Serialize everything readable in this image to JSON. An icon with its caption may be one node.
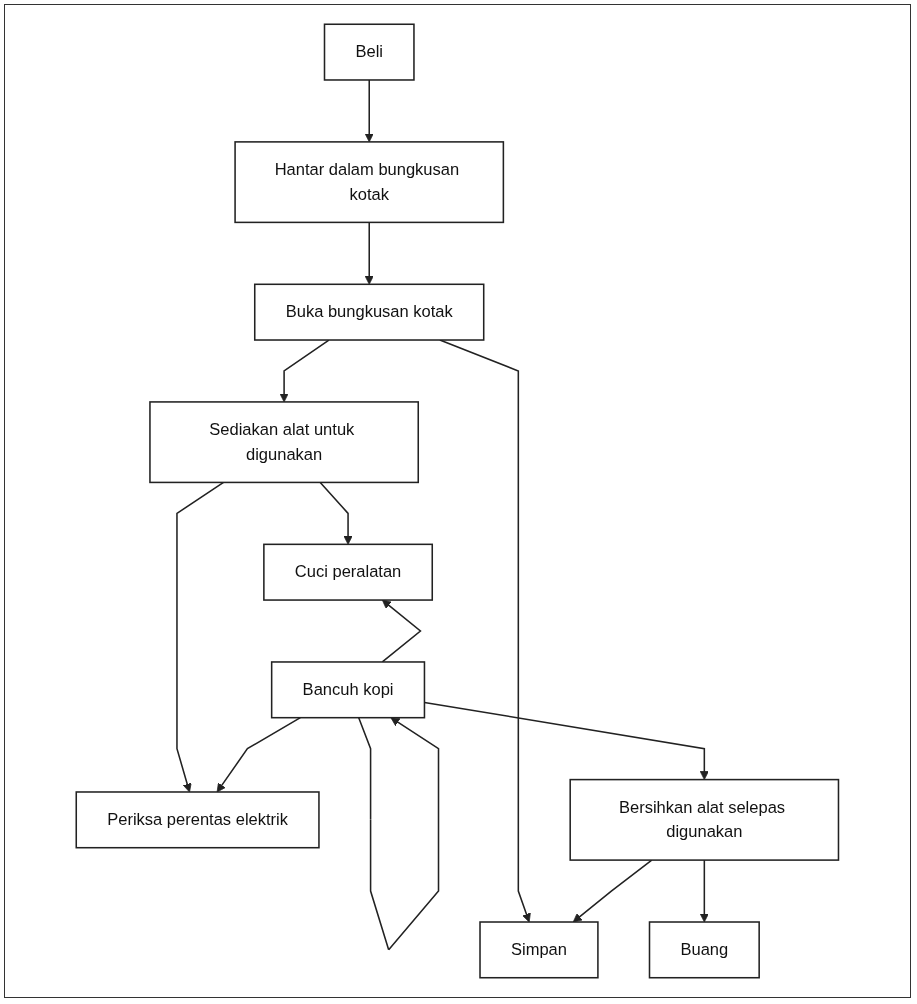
{
  "diagram": {
    "nodes": [
      {
        "text": [
          "Beli"
        ]
      },
      {
        "text": [
          "Hantar dalam bungkusan kotak"
        ]
      },
      {
        "text": [
          "Buka bungkusan kotak"
        ]
      },
      {
        "text": [
          "Sediakan alat untuk digunakan"
        ]
      },
      {
        "text": [
          "Simpan"
        ]
      },
      {
        "text": [
          "Cuci peralatan"
        ]
      },
      {
        "text": [
          "Periksa perentas elektrik"
        ]
      },
      {
        "text": [
          "Bancuh kopi"
        ]
      },
      {
        "text": [
          "Bersihkan alat selepas digunakan"
        ]
      },
      {
        "text": [
          "Buang"
        ]
      }
    ],
    "edges": [
      {
        "from": 0,
        "to": 1,
        "arrow": "to"
      },
      {
        "from": 1,
        "to": 2,
        "arrow": "to"
      },
      {
        "from": 2,
        "to": 3,
        "arrow": "to"
      },
      {
        "from": 2,
        "to": 4,
        "arrow": "to"
      },
      {
        "from": 3,
        "to": 5,
        "arrow": "to"
      },
      {
        "from": 3,
        "to": 6,
        "arrow": "to"
      },
      {
        "from": 7,
        "to": 5,
        "arrow": "to"
      },
      {
        "from": 7,
        "to": 6,
        "arrow": "to"
      },
      {
        "from": 7,
        "to": 7,
        "arrow": "to"
      },
      {
        "from": 7,
        "to": 8,
        "arrow": "to"
      },
      {
        "from": 8,
        "to": 4,
        "arrow": "to"
      },
      {
        "from": 8,
        "to": 9,
        "arrow": "to"
      }
    ]
  }
}
